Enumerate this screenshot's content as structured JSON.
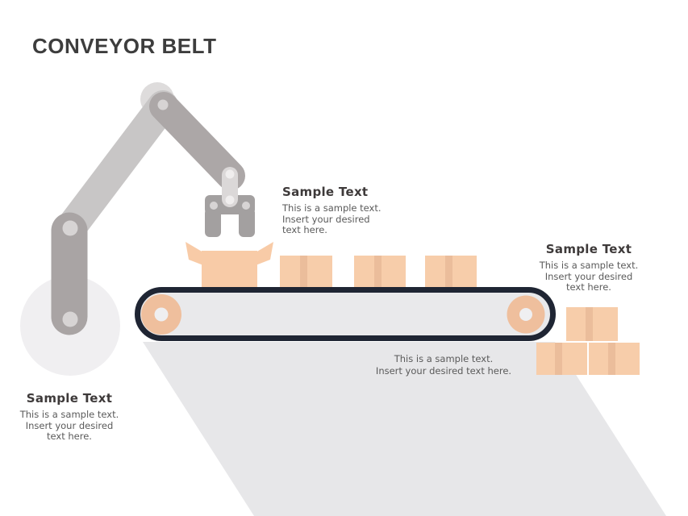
{
  "slide": {
    "title": "CONVEYOR BELT"
  },
  "text_blocks": {
    "arm_label": {
      "heading": "Sample Text",
      "lines": [
        "This is a sample text.",
        "Insert your desired",
        "text here."
      ]
    },
    "stack_label": {
      "heading": "Sample Text",
      "lines": [
        "This is a sample text.",
        "Insert your desired",
        "text here."
      ]
    },
    "base_label": {
      "heading": "Sample Text",
      "lines": [
        "This is a sample text.",
        "Insert your desired",
        "text here."
      ]
    },
    "belt_caption": {
      "lines": [
        "This is a sample text.",
        "Insert your desired text here."
      ]
    }
  },
  "illustration": {
    "parts": [
      "robot-arm-icon",
      "gripper-icon",
      "open-box-icon",
      "conveyor-belt-icon",
      "belt-wheel-icon",
      "cardboard-box-icon",
      "box-stack-icon",
      "floor-shadow"
    ],
    "colors": {
      "title_text": "#3d3d3d",
      "heading_text": "#3e3a3a",
      "body_text": "#5a5a5a",
      "box_peach": "#f7cdaa",
      "box_tape": "#ebbd9b",
      "wheel_peach": "#efbf9d",
      "belt_fill": "#e9e9eb",
      "belt_border": "#1f2533",
      "arm_dark_gray": "#a9a4a4",
      "arm_light_gray": "#c8c6c6",
      "arm_base_gray": "#f0eff1",
      "gripper_gray": "#a3a0a0",
      "floor_shadow": "#e7e7e9"
    }
  }
}
